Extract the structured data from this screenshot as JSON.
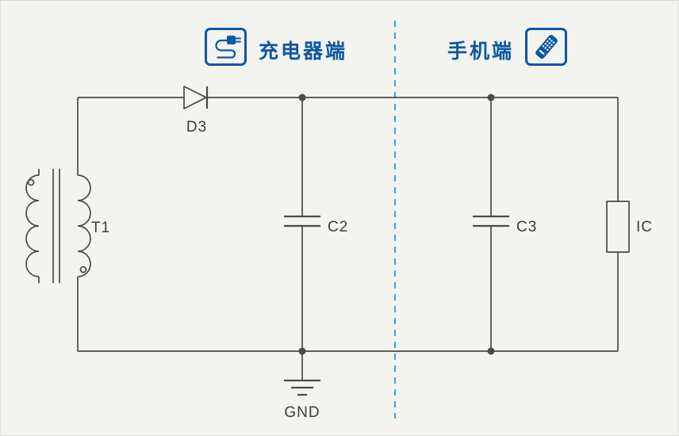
{
  "diagram": {
    "sections": {
      "charger": {
        "label": "充电器端",
        "icon": "charger-plug-icon"
      },
      "phone": {
        "label": "手机端",
        "icon": "smartphone-icon"
      }
    },
    "components": {
      "transformer": {
        "label": "T1"
      },
      "diode": {
        "label": "D3"
      },
      "capacitor_c2": {
        "label": "C2"
      },
      "capacitor_c3": {
        "label": "C3"
      },
      "ic": {
        "label": "IC"
      },
      "ground": {
        "label": "GND"
      }
    },
    "colors": {
      "accent_blue": "#0c57a5",
      "divider_blue": "#41a3d9",
      "line": "#4a4a4a",
      "label_text": "#3c3c3c",
      "background": "#f3f3f0"
    }
  }
}
